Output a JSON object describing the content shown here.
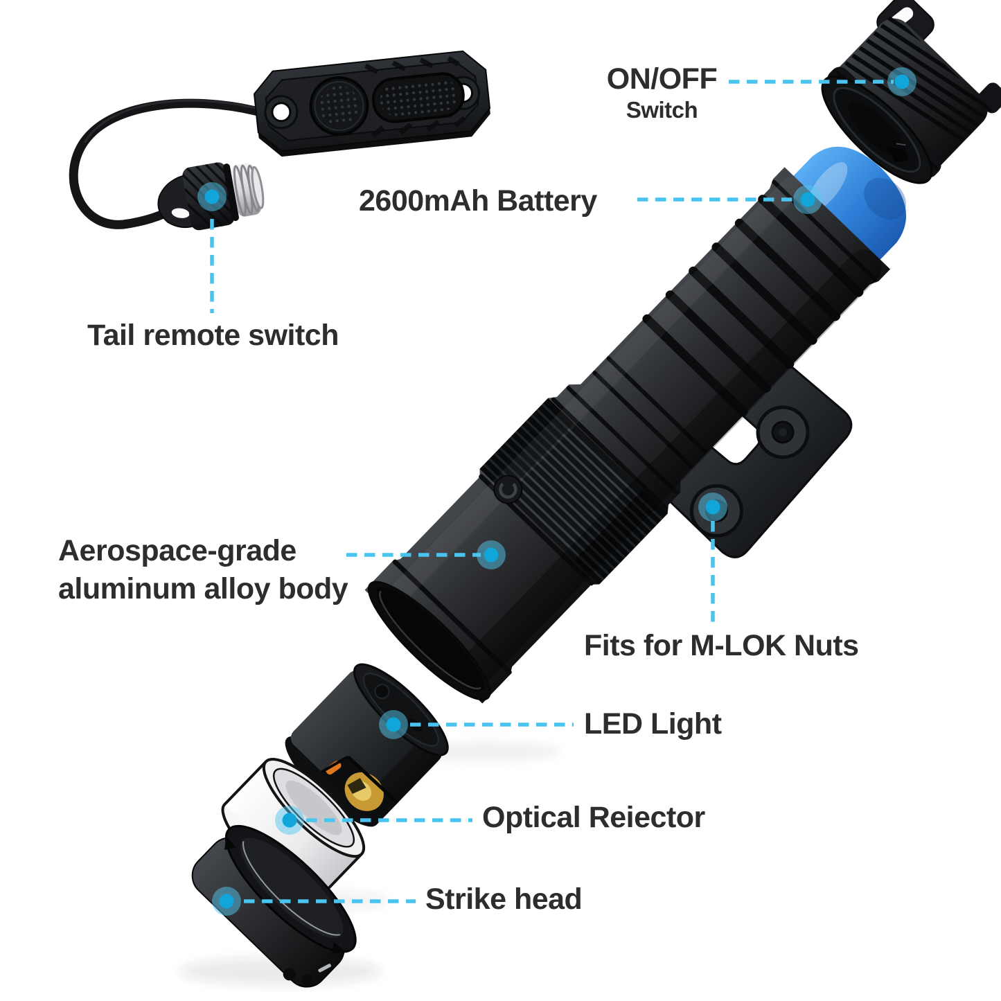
{
  "diagram": {
    "labels": {
      "on_off_switch": {
        "line1": "ON/OFF",
        "line2": "Switch"
      },
      "battery": "2600mAh Battery",
      "tail_remote_switch": "Tail remote switch",
      "aluminum_body": {
        "line1": "Aerospace-grade",
        "line2": "aluminum alloy body"
      },
      "mlok": "Fits for M-LOK Nuts",
      "led": "LED Light",
      "optical": "Optical Reiector",
      "strike_head": "Strike head"
    },
    "colors": {
      "accent_dash": "#4AC3EE",
      "marker_core": "#12A5DA",
      "marker_halo": "#56C8EF",
      "label_text": "#2D2D30",
      "battery_blue": "#2F7FD8"
    }
  }
}
